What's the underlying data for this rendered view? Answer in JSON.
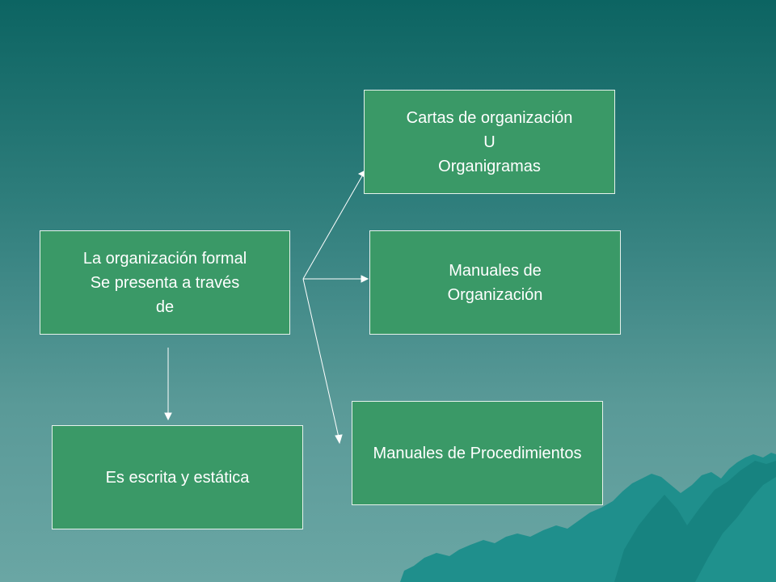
{
  "diagram": {
    "main_box": {
      "lines": [
        "La organización formal",
        "Se presenta a través",
        "de"
      ]
    },
    "cartas_box": {
      "lines": [
        "Cartas de organización",
        "U",
        "Organigramas"
      ]
    },
    "manuales_org_box": {
      "lines": [
        "Manuales de",
        "Organización"
      ]
    },
    "manuales_proc_box": {
      "lines": [
        "Manuales de Procedimientos"
      ]
    },
    "escrita_box": {
      "lines": [
        "Es escrita y estática"
      ]
    }
  },
  "colors": {
    "background_top": "#0c6462",
    "background_bottom": "#6aa6a4",
    "box_fill": "#3a9967",
    "box_border": "#e6f2ec",
    "arrow": "#ffffff",
    "mountain": "#1f8f8c"
  }
}
